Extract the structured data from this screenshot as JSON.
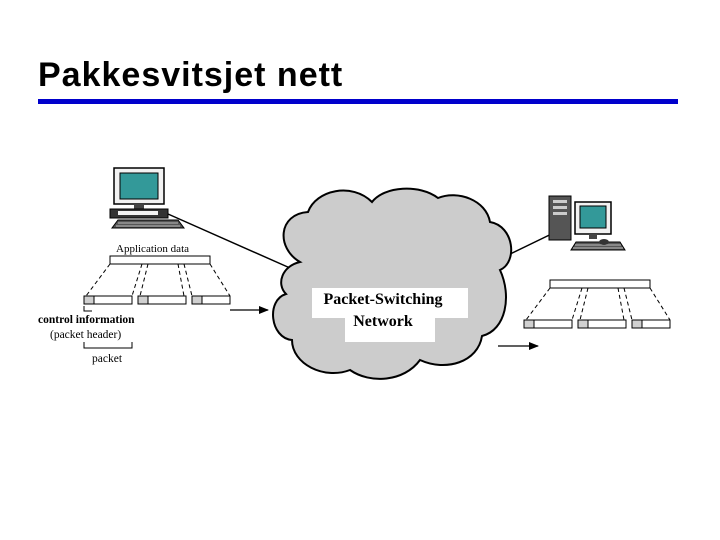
{
  "slide": {
    "title": "Pakkesvitsjet nett",
    "accent_color": "#0000cc"
  },
  "diagram": {
    "application_data_label": "Application data",
    "control_info_label": "control information",
    "packet_header_label": "(packet header)",
    "packet_label": "packet",
    "network_label_line1": "Packet-Switching",
    "network_label_line2": "Network",
    "cloud_fill": "#cccccc",
    "screen_color": "#339999",
    "icons": [
      "desktop-computer-icon",
      "tower-computer-icon",
      "cloud-icon",
      "arrow-icon"
    ]
  }
}
